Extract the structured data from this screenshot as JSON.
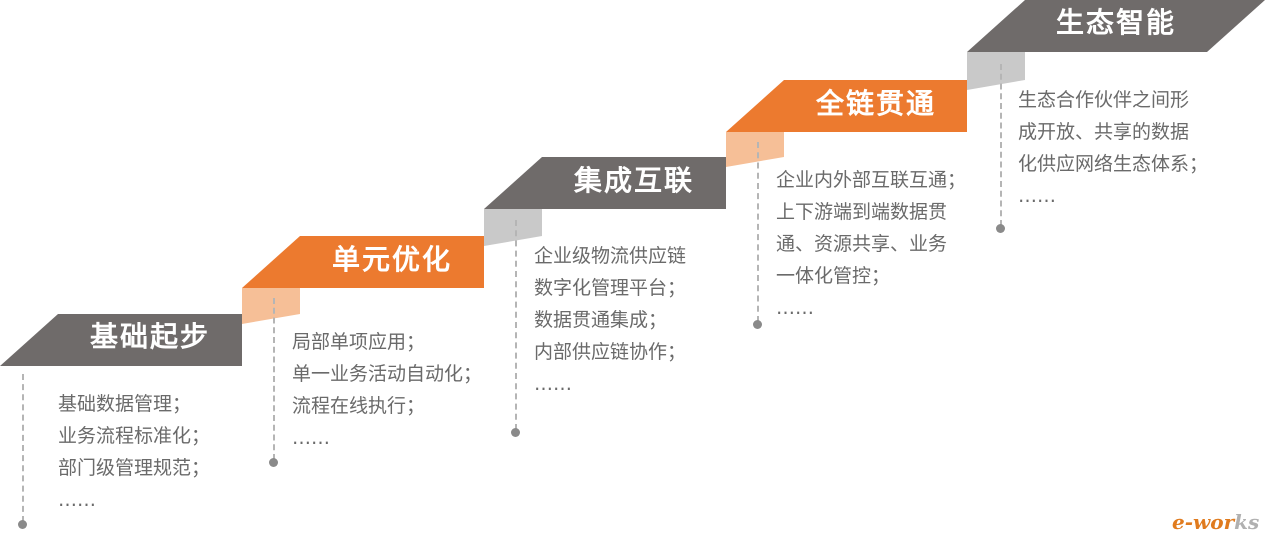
{
  "stages": [
    {
      "title": "基础起步",
      "color": "#6f6b6a",
      "items": [
        "基础数据管理；",
        "业务流程标准化；",
        "部门级管理规范；",
        "……"
      ]
    },
    {
      "title": "单元优化",
      "color": "#ec7a2f",
      "items": [
        "局部单项应用；",
        "单一业务活动自动化；",
        "流程在线执行；",
        "……"
      ]
    },
    {
      "title": "集成互联",
      "color": "#6f6b6a",
      "items": [
        "企业级物流供应链",
        "数字化管理平台；",
        "数据贯通集成；",
        "内部供应链协作；",
        "……"
      ]
    },
    {
      "title": "全链贯通",
      "color": "#ec7a2f",
      "items": [
        "企业内外部互联互通；",
        "上下游端到端数据贯",
        "通、资源共享、业务",
        "一体化管控；",
        "……"
      ]
    },
    {
      "title": "生态智能",
      "color": "#6f6b6a",
      "items": [
        "生态合作伙伴之间形",
        "成开放、共享的数据",
        "化供应网络生态体系；",
        "……"
      ]
    }
  ],
  "logo": {
    "part1": "e-wor",
    "part2": "ks"
  }
}
